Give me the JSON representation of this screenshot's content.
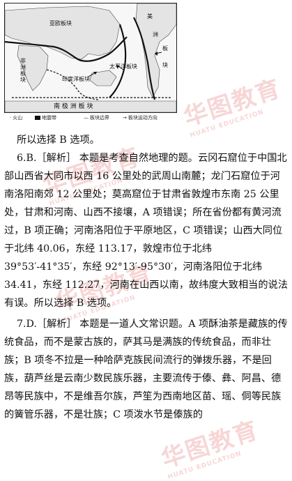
{
  "map": {
    "labels": {
      "asia": "亚欧板块",
      "africa": "非洲板块",
      "indian": "印度洋板块",
      "pacific": "太平洋板块",
      "america1": "美",
      "america2": "洲",
      "america3": "板",
      "america4": "块",
      "antarctic": "南 极 洲 板 块"
    },
    "legend": {
      "volcano": "火山",
      "quake": "地震带",
      "boundary": "板块边界",
      "motion": "板块运动方向"
    },
    "colors": {
      "land": "#e8e8e8",
      "sea": "#f7f7f7",
      "border": "#222222",
      "quake": "#111111"
    }
  },
  "watermark": {
    "cn": "华图教育",
    "en": "HUATU EDUCATION"
  },
  "content": {
    "line0": "所以选择 B 选项。",
    "q6_p1": "6.B.［解析］ 本题是考查自然地理的题。云冈石窟位于中国北部山西省大同市以西 16 公里处的武周山南麓；龙门石窟位于河南洛阳南郊 12 公里处；莫高窟位于甘肃省敦煌市东南 25 公里处，甘肃和河南、山西不接壤，A 项错误；所在省份都有黄河流过，B 项正确；河南洛阳位于平原地区，C 项错误；山西大同位于北纬 40.06，东经 113.17，敦煌市位于北纬 39°53′-41°35′，东经 92°13′-95°30′，河南洛阳位于北纬 34.41，东经 112.27，河南在山西以南，故纬度大致相当的说法有误。所以选择 B 选项。",
    "q7_p1": "7.D.［解析］ 本题是一道人文常识题。A 项酥油茶是藏族的传统食品，而不是蒙古族的，萨其马是满族的传统食品，而非壮族；B 项冬不拉是一种哈萨克族民间流行的弹拨乐器，不是回族，葫芦丝是云南少数民族乐器，主要流传于傣、彝、阿昌、德昂等民族中，不是维吾尔族，芦笙为西南地区苗、瑶、侗等民族的簧管乐器，不是壮族；C 项泼水节是傣族的"
  }
}
